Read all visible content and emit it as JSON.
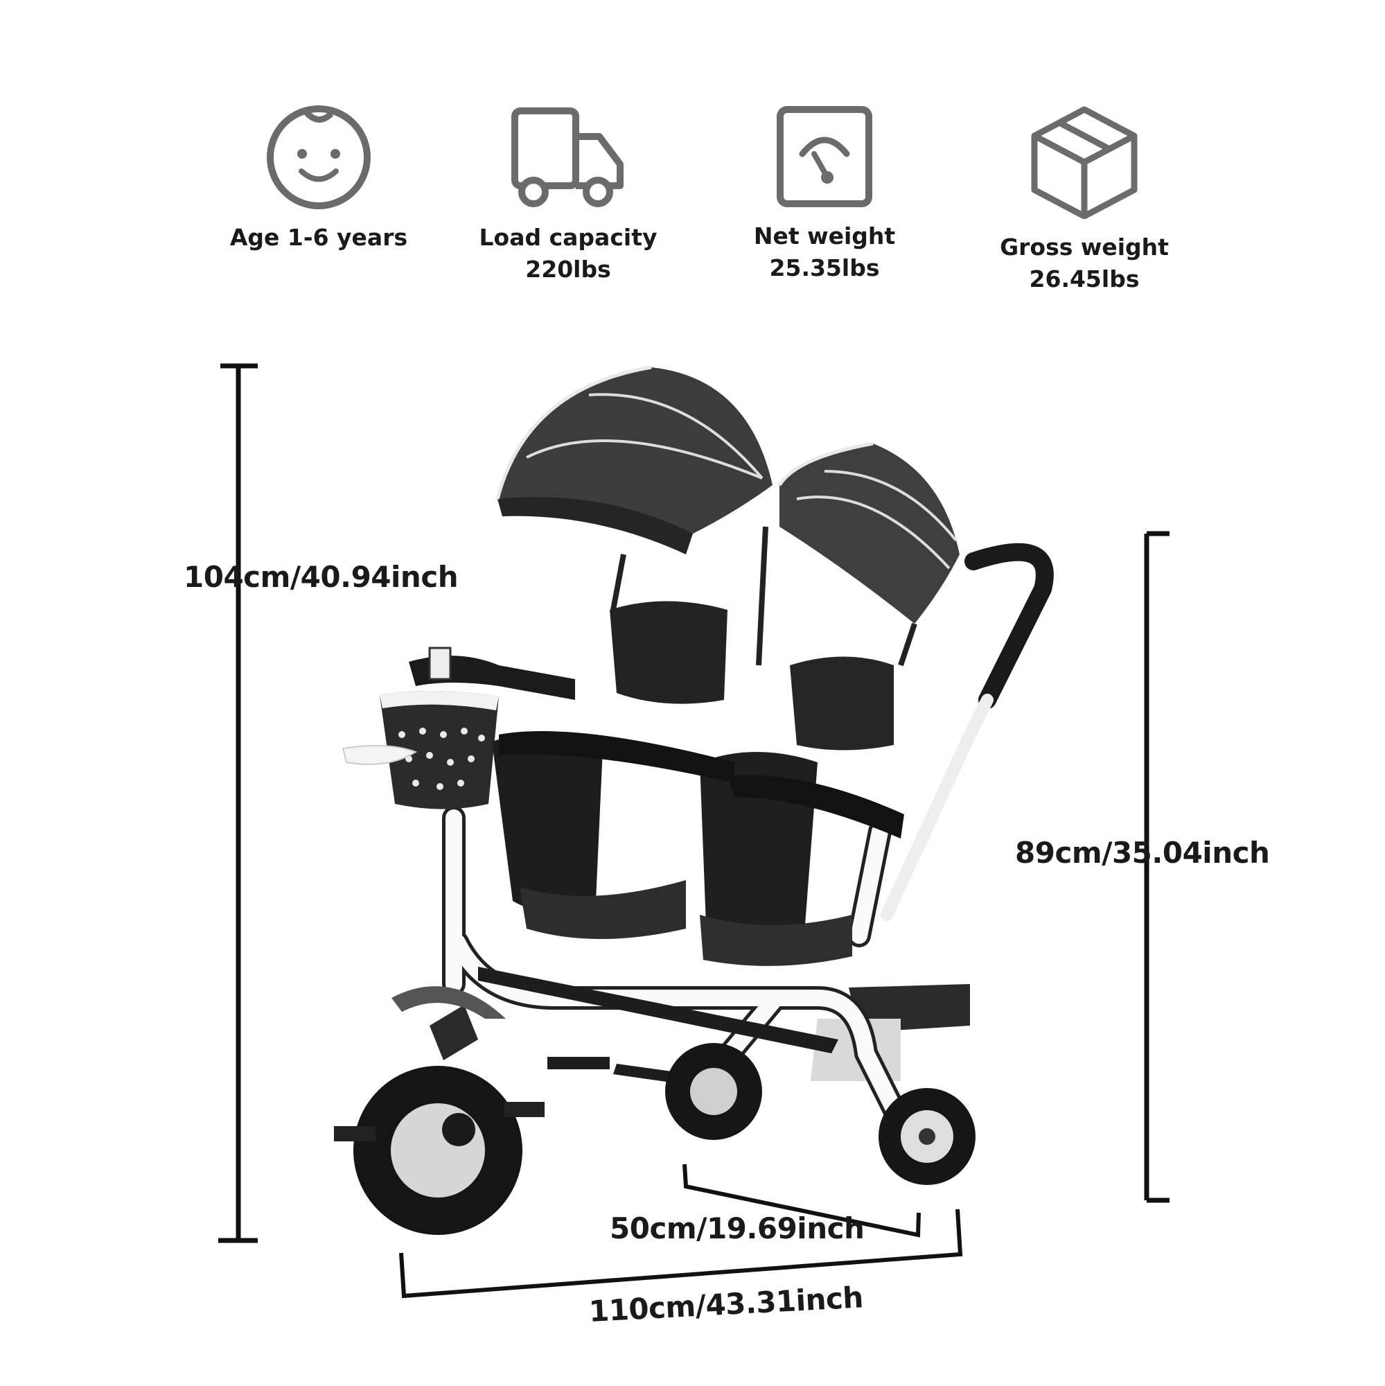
{
  "specs": [
    {
      "icon": "baby-face-icon",
      "line1": "Age 1-6 years",
      "line2": ""
    },
    {
      "icon": "truck-icon",
      "line1": "Load capacity",
      "line2": "220lbs"
    },
    {
      "icon": "scale-icon",
      "line1": "Net weight",
      "line2": "25.35lbs"
    },
    {
      "icon": "box-icon",
      "line1": "Gross weight",
      "line2": "26.45lbs"
    }
  ],
  "dimensions": {
    "overall_height": "104cm/40.94inch",
    "handle_height": "89cm/35.04inch",
    "rear_width": "50cm/19.69inch",
    "overall_length": "110cm/43.31inch"
  }
}
